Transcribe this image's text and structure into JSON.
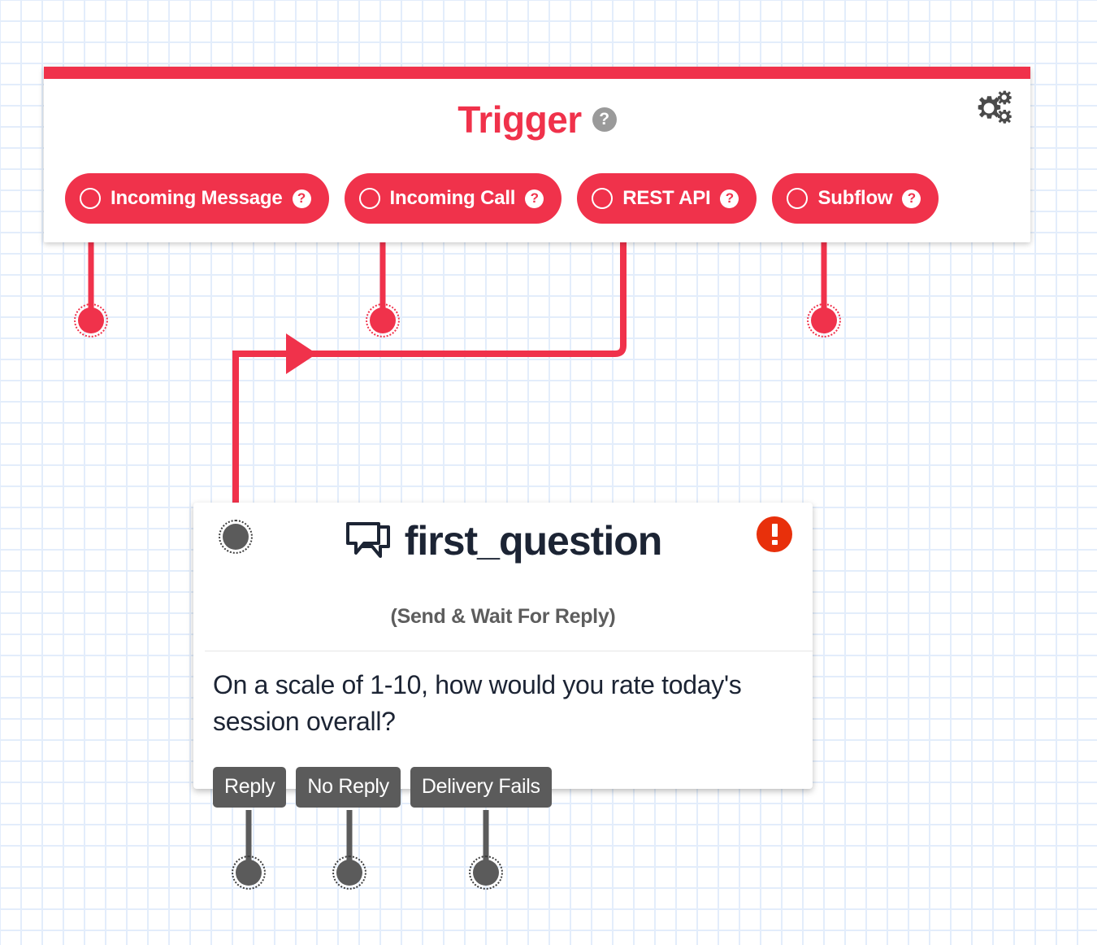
{
  "canvas": {
    "background_color": "#ffffff",
    "grid_color": "#e3edfb",
    "accent_color": "#F0324B",
    "node_grey": "#5b5b5b",
    "error_color": "#E8300B",
    "title_color": "#1c2434"
  },
  "trigger": {
    "title": "Trigger",
    "help_glyph": "?",
    "settings_icon": "gears-icon",
    "pills": [
      {
        "label": "Incoming Message",
        "help_glyph": "?"
      },
      {
        "label": "Incoming Call",
        "help_glyph": "?"
      },
      {
        "label": "REST API",
        "help_glyph": "?"
      },
      {
        "label": "Subflow",
        "help_glyph": "?"
      }
    ]
  },
  "node": {
    "icon": "speech-bubbles-icon",
    "title": "first_question",
    "subtitle": "(Send & Wait For Reply)",
    "message": "On a scale of 1-10, how would you rate today's session overall?",
    "status_badge": "error-exclamation-icon",
    "outputs": [
      {
        "label": "Reply"
      },
      {
        "label": "No Reply"
      },
      {
        "label": "Delivery Fails"
      }
    ]
  },
  "ports": {
    "trigger_outputs": [
      {
        "for": "Incoming Message",
        "state": "unconnected"
      },
      {
        "for": "Incoming Call",
        "state": "unconnected"
      },
      {
        "for": "Subflow",
        "state": "unconnected"
      }
    ],
    "node_input": {
      "state": "connected"
    },
    "node_outputs": [
      {
        "for": "Reply",
        "state": "unconnected"
      },
      {
        "for": "No Reply",
        "state": "unconnected"
      },
      {
        "for": "Delivery Fails",
        "state": "unconnected"
      }
    ]
  },
  "edges": [
    {
      "from": "REST API",
      "to": "first_question",
      "color": "#F0324B",
      "arrow": true
    }
  ]
}
